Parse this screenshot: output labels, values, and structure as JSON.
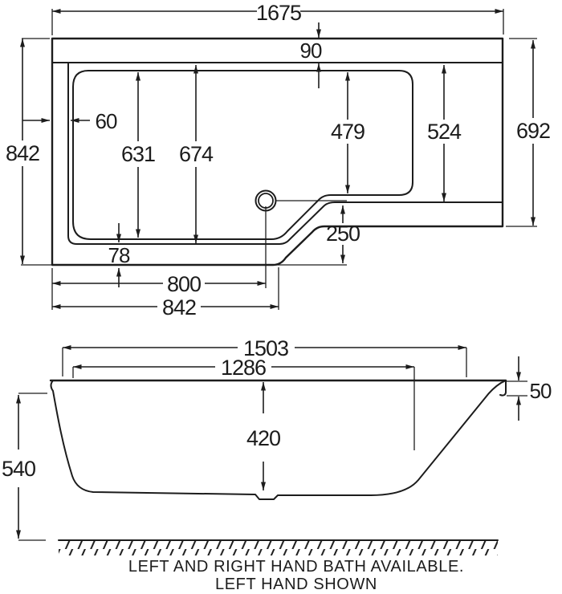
{
  "drawing_type": "bath technical drawing",
  "plan_view": {
    "dims": {
      "overall_length": "1675",
      "left_end_depth": "842",
      "right_end_depth": "692",
      "rim_top": "90",
      "rim_left": "60",
      "basin_depth_left_inner": "631",
      "basin_depth_left_outer": "674",
      "basin_depth_right_inner": "479",
      "basin_depth_right_outer": "524",
      "step_depth": "250",
      "rim_bottom": "78",
      "waste_centre_from_left": "800",
      "shower_section_length": "842"
    }
  },
  "side_view": {
    "dims": {
      "rim_length": "1503",
      "internal_length": "1286",
      "internal_depth": "420",
      "overall_height": "540",
      "rim_edge_height": "50"
    }
  },
  "caption": {
    "line1": "LEFT AND RIGHT HAND BATH AVAILABLE.",
    "line2": "LEFT HAND SHOWN"
  },
  "colors": {
    "line": "#1c1c1c",
    "background": "#ffffff"
  }
}
